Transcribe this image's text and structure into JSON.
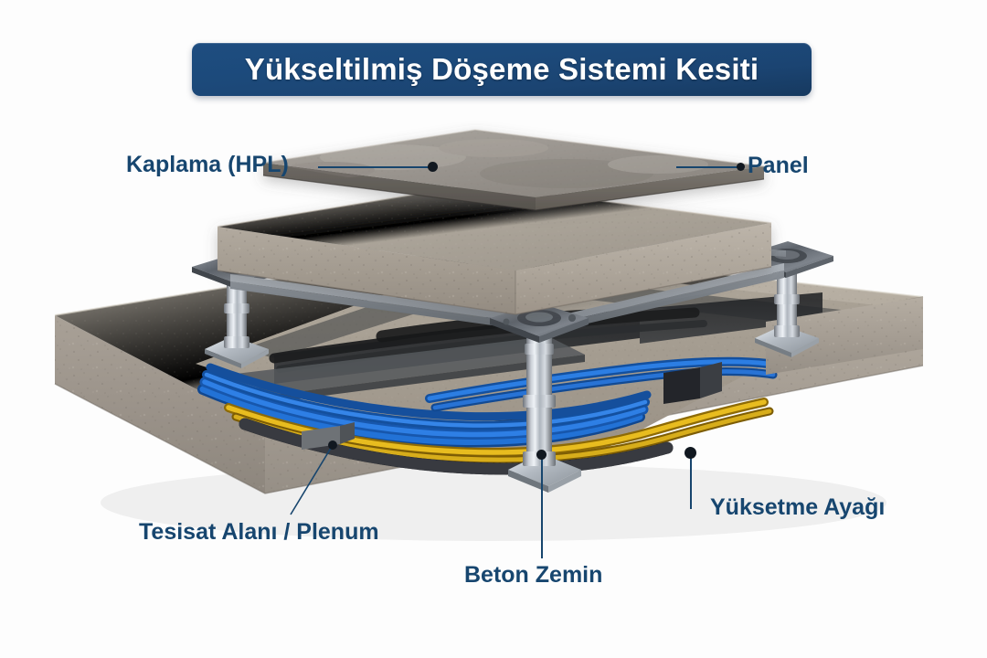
{
  "background_color": "#fdfdfd",
  "accent_color": "#17466f",
  "banner": {
    "title": "Yükseltilmiş Döşeme Sistemi Kesiti",
    "background_color": "#1b4472",
    "text_color": "#ffffff"
  },
  "labels": {
    "coating": "Kaplama (HPL)",
    "panel": "Panel",
    "plenum": "Tesisat Alanı / Plenum",
    "concrete_floor": "Beton Zemin",
    "pedestal": "Yüksetme Ayağı"
  },
  "diagram": {
    "type": "cutaway-isometric-illustration",
    "subject": "raised access floor system section",
    "layers": [
      {
        "name": "hpl-top-layer",
        "label_ref": "coating",
        "color": "#9a958e"
      },
      {
        "name": "concrete-panel",
        "label_ref": "panel",
        "color": "#b0aaa1"
      },
      {
        "name": "steel-stringer-grid",
        "label_ref": "panel",
        "color": "#6f737a"
      },
      {
        "name": "pedestal-supports",
        "label_ref": "pedestal",
        "color": "#c9ced4",
        "count": 3
      },
      {
        "name": "cable-plenum",
        "label_ref": "plenum",
        "color": "#1d5fbf"
      },
      {
        "name": "concrete-base-slab",
        "label_ref": "concrete_floor",
        "color": "#a9a39a"
      }
    ],
    "cable_colors": [
      "#1f62c4",
      "#e2b417",
      "#2b2b2b"
    ],
    "leader_lines": [
      {
        "label_ref": "coating",
        "orientation": "horizontal",
        "dot_end": "right"
      },
      {
        "label_ref": "panel",
        "orientation": "horizontal",
        "dot_end": "left"
      },
      {
        "label_ref": "plenum",
        "orientation": "diagonal",
        "dot_end": "top"
      },
      {
        "label_ref": "concrete_floor",
        "orientation": "vertical",
        "dot_end": "top"
      },
      {
        "label_ref": "pedestal",
        "orientation": "vertical",
        "dot_end": "top"
      }
    ]
  }
}
